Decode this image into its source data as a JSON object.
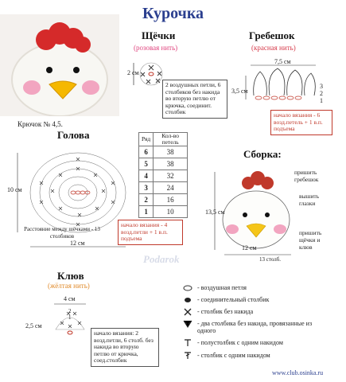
{
  "title": "Курочка",
  "hook": "Крючок № 4,5.",
  "watermark": "Podarok",
  "cheeks": {
    "heading": "Щёчки",
    "color": "(розовая нить)",
    "dim": "2 см",
    "note": "2 воздушных петли, 6 столбиков без накида во вторую петлю от крючка, соединит. столбик"
  },
  "comb": {
    "heading": "Гребешок",
    "color": "(красная нить)",
    "dim_width": "7,5 см",
    "dim_height": "3,5 см",
    "row_marks": [
      "3",
      "2",
      "1"
    ],
    "start_note": "начало вязания - 6 возд.петель + 1 в.п. подъема"
  },
  "head": {
    "heading": "Голова",
    "dim_height": "10 см",
    "dim_width": "12 см",
    "eye_note": "Расстояние между шёчками - 13 столбиков",
    "start_note": "начало вязания - 4 возд.петли + 1 в.п. подъема"
  },
  "rows_table": {
    "headers": [
      "Ряд",
      "Кол-во петель"
    ],
    "rows": [
      [
        "6",
        "38"
      ],
      [
        "5",
        "38"
      ],
      [
        "4",
        "32"
      ],
      [
        "3",
        "24"
      ],
      [
        "2",
        "16"
      ],
      [
        "1",
        "10"
      ]
    ]
  },
  "assembly": {
    "heading": "Сборка:",
    "dim_height": "13,5 см",
    "dim_width": "12 см",
    "bottom_label": "13 столб.",
    "labels": {
      "comb": "пришить гребешок",
      "eyes": "вышить глазки",
      "cheeks": "пришить щёчки и клюв"
    }
  },
  "beak": {
    "heading": "Клюв",
    "color": "(жёлтая нить)",
    "dim_width": "4 см",
    "dim_height": "2,5 см",
    "row_marks": [
      "2",
      "1"
    ],
    "note": "начало вязания: 2 возд.петли, 6 столб. без накида во вторую петлю от крючка, соед.столбик"
  },
  "legend": [
    {
      "icon": "oval-chain-icon",
      "text": "- воздушная петля"
    },
    {
      "icon": "dot-slip-stitch-icon",
      "text": "- соединительный столбик"
    },
    {
      "icon": "x-single-crochet-icon",
      "text": "- столбик без накида"
    },
    {
      "icon": "v-two-sc-icon",
      "text": "- два столбика без накида, провязанные из одного"
    },
    {
      "icon": "t-half-dc-icon",
      "text": "- полустолбик с одним накидом"
    },
    {
      "icon": "t-dc-icon",
      "text": "- столбик с одним накидом"
    }
  ],
  "url": "www.club.osinka.ru",
  "colors": {
    "title": "#2b3f8f",
    "pink": "#e0457f",
    "red": "#c0392b",
    "yellow": "#f5c518",
    "blue": "#2b3f8f"
  }
}
